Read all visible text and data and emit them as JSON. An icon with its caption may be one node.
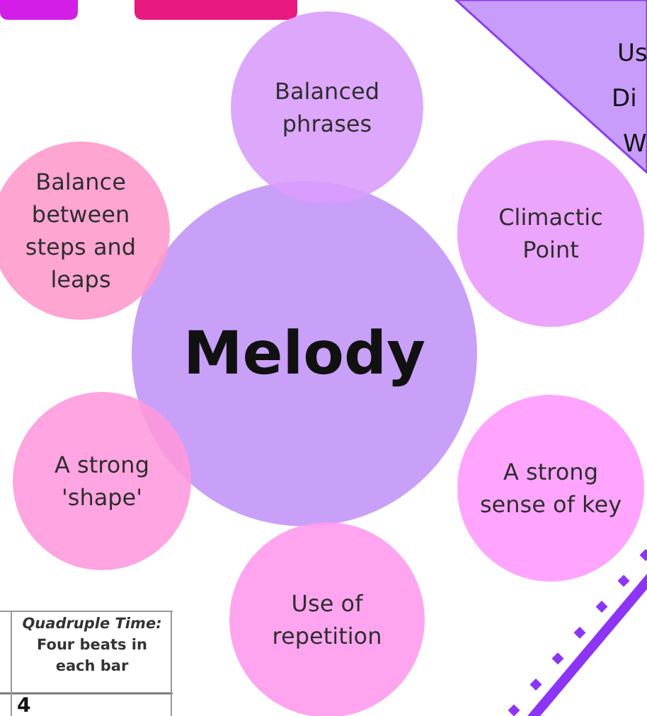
{
  "diagram": {
    "nodes": [
      {
        "text": [
          "Balanced phrases"
        ]
      },
      {
        "text": [
          "Balance between steps and leaps"
        ]
      },
      {
        "text": [
          "Climactic Point"
        ]
      },
      {
        "text": [
          "Melody"
        ]
      },
      {
        "text": [
          "A strong 'shape'"
        ]
      },
      {
        "text": [
          "A strong sense of key"
        ]
      },
      {
        "text": [
          "Use of repetition"
        ]
      }
    ],
    "labels": [
      "Us",
      "Di",
      "W",
      "*Quadruple Time:* Four beats in each bar",
      "4"
    ]
  }
}
